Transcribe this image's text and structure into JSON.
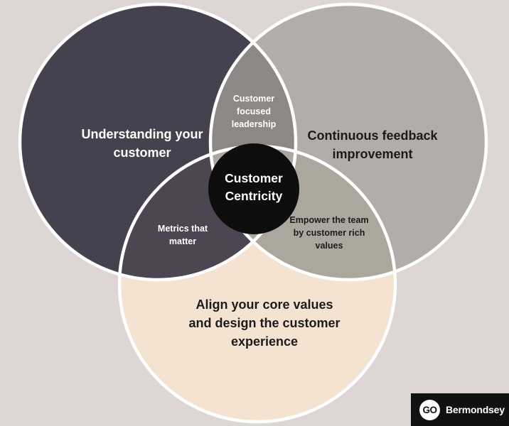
{
  "colors": {
    "background": "#ddd6d5",
    "circle_left": "#46414f",
    "circle_right": "#b1aeaa",
    "circle_bottom": "#f5e3d2",
    "overlap_top": "#8b8886",
    "overlap_left_bottom": "#4b4651",
    "overlap_right_bottom": "#aca79d",
    "center_circle": "#0d0d0d",
    "stroke": "#ffffff",
    "text_light": "#ffffff",
    "text_dark": "#1b1b1b",
    "logo_bg": "#111111",
    "logo_badge_bg": "#ffffff",
    "logo_badge_text": "#111111",
    "logo_text": "#ffffff"
  },
  "venn": {
    "type": "venn-diagram",
    "labels": {
      "circle_left": "Understanding your\ncustomer",
      "circle_right": "Continuous feedback\nimprovement",
      "circle_bottom": "Align your core values\nand design the customer\nexperience",
      "overlap_top": "Customer\nfocused\nleadership",
      "overlap_left_bottom": "Metrics that\nmatter",
      "overlap_right_bottom": "Empower the team\nby customer rich\nvalues",
      "center": "Customer\nCentricity"
    }
  },
  "logo": {
    "badge": "GO",
    "name": "Bermondsey"
  }
}
